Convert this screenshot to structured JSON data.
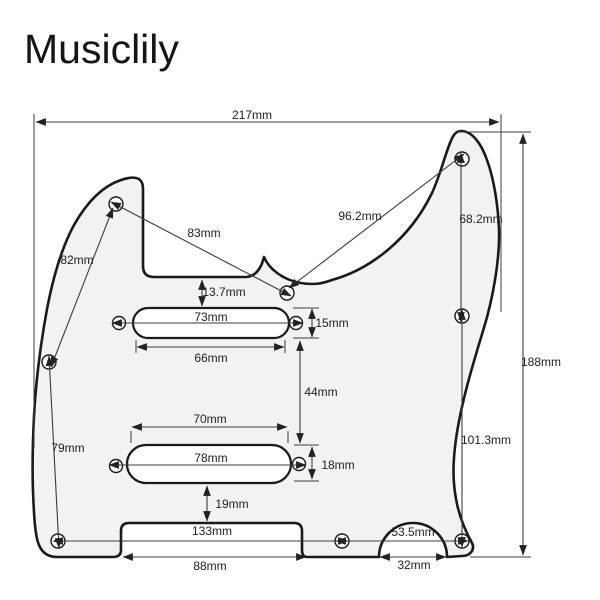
{
  "brand": {
    "name": "Musiclily"
  },
  "diagram": {
    "subject": "tele-style-pickguard-dimension-drawing",
    "unit": "mm",
    "colors": {
      "background": "#ffffff",
      "pickguard_fill": "#f2f2f0",
      "outline": "#1a1a1a",
      "dimension_lines": "#3c3c3c",
      "label_text": "#222222"
    },
    "labels": {
      "total_width": "217mm",
      "total_height": "188mm",
      "right_upper_screw_span": "68.2mm",
      "right_lower_screw_span": "101.3mm",
      "diagonal_right": "96.2mm",
      "diagonal_left": "83mm",
      "left_upper_screw_span": "82mm",
      "left_lower_screw_span": "79mm",
      "neck_edge_to_slot_gap": "13.7mm",
      "neck_slot_length": "73mm",
      "neck_slot_height": "15mm",
      "neck_slot_inner_span": "66mm",
      "slot_to_slot_gap": "44mm",
      "bridge_slot_top_width": "70mm",
      "bridge_slot_length": "78mm",
      "bridge_slot_height": "18mm",
      "slot_to_notch_gap": "19mm",
      "bottom_left_screw_span": "133mm",
      "bottom_notch_width": "88mm",
      "bottom_right_screw_span": "53.5mm",
      "jack_cutout_width": "32mm"
    }
  }
}
